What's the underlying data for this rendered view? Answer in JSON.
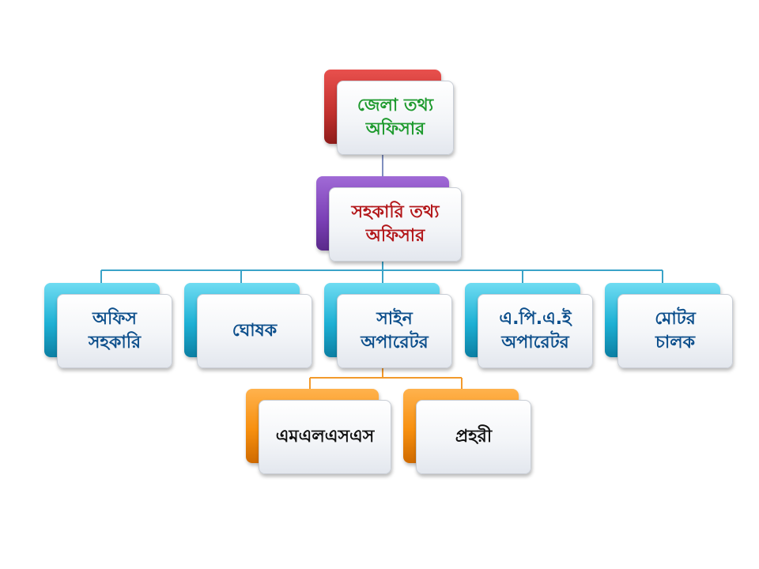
{
  "colors": {
    "connector_top": "#7f8fbf",
    "connector_blue": "#3aa3c8",
    "connector_orange": "#f39a2c"
  },
  "nodes": {
    "district_info_officer": {
      "line1": "জেলা তথ্য",
      "line2": "অফিসার"
    },
    "assistant_info_officer": {
      "line1": "সহকারি তথ্য",
      "line2": "অফিসার"
    },
    "office_assistant": {
      "line1": "অফিস",
      "line2": "সহকারি"
    },
    "announcer": {
      "line1": "ঘোষক"
    },
    "cinema_operator": {
      "line1": "সাইন",
      "line2": "অপারেটর"
    },
    "apai_operator": {
      "line1": "এ.পি.এ.ই",
      "line2": "অপারেটর"
    },
    "motor_driver": {
      "line1": "মোটর",
      "line2": "চালক"
    },
    "mlss": {
      "line1": "এমএলএসএস"
    },
    "guard": {
      "line1": "প্রহরী"
    }
  }
}
